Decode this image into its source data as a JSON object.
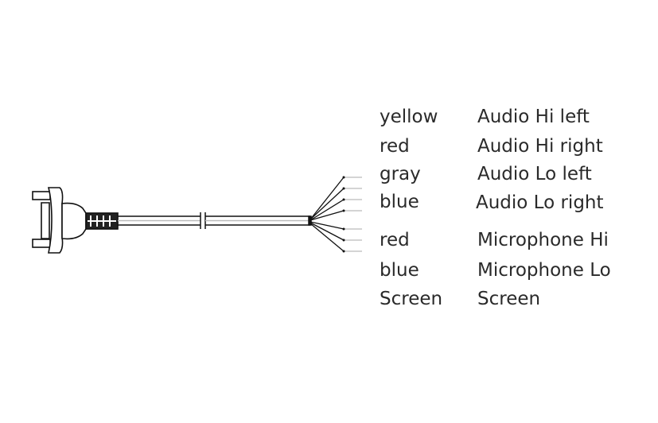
{
  "rows": [
    {
      "color": "yellow",
      "signal": "Audio Hi left"
    },
    {
      "color": "red",
      "signal": "Audio Hi right"
    },
    {
      "color": "gray",
      "signal": "Audio Lo left"
    },
    {
      "color": "blue",
      "signal": "Audio Lo right"
    },
    {
      "color": "red",
      "signal": "Microphone Hi"
    },
    {
      "color": "blue",
      "signal": "Microphone Lo"
    },
    {
      "color": "Screen",
      "signal": "Screen"
    }
  ]
}
